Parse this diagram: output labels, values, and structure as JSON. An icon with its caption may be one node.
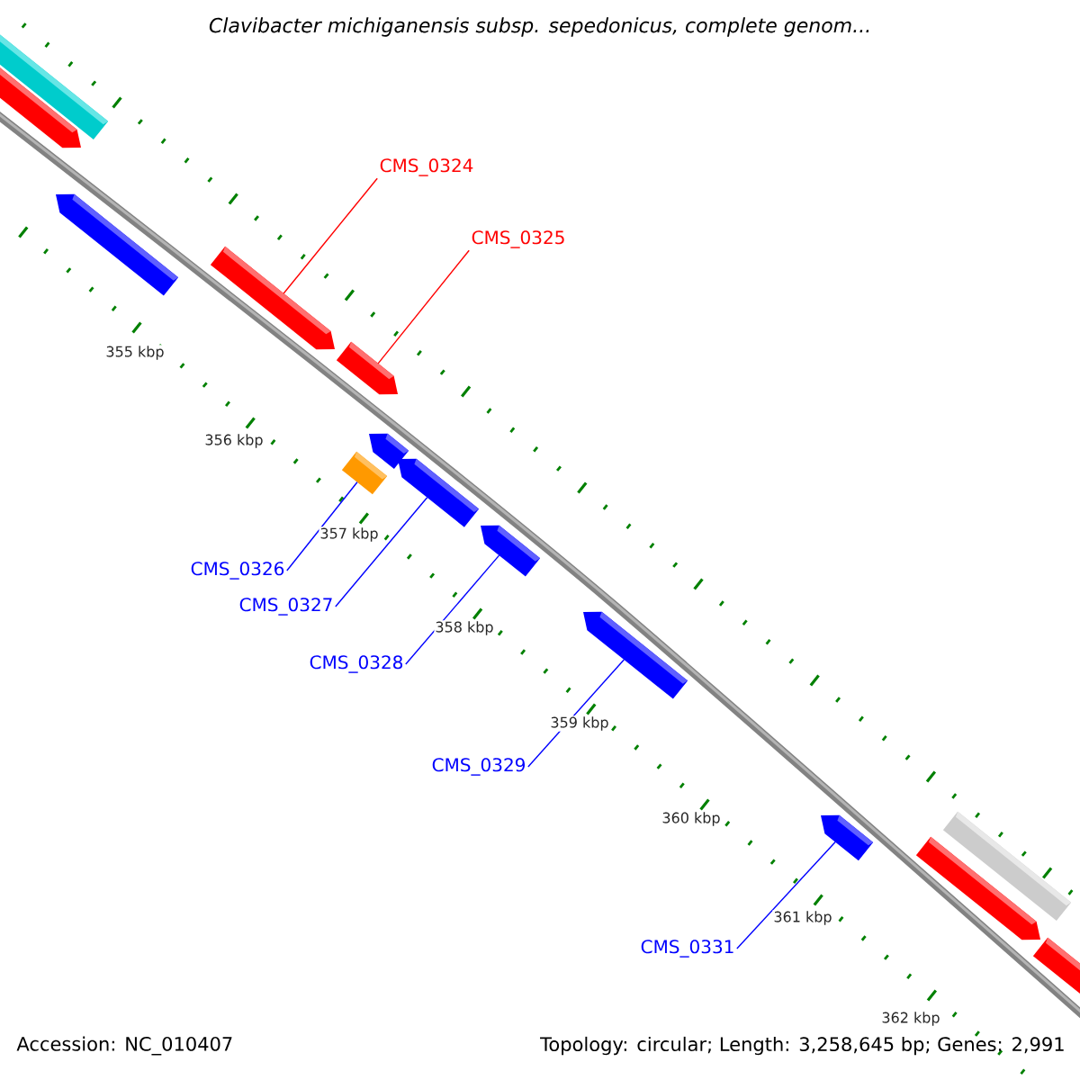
{
  "diagram": {
    "title": "Clavibacter michiganensis subsp. sepedonicus, complete genom...",
    "nodes": [
      {
        "text": [
          "CMS_0324"
        ]
      },
      {
        "text": [
          "CMS_0325"
        ]
      },
      {
        "text": [
          "CMS_0326"
        ]
      },
      {
        "text": [
          "CMS_0327"
        ]
      },
      {
        "text": [
          "CMS_0328"
        ]
      },
      {
        "text": [
          "CMS_0329"
        ]
      },
      {
        "text": [
          "CMS_0331"
        ]
      },
      {
        "text": [],
        "shape": "bar"
      },
      {
        "text": [],
        "shape": "bar"
      },
      {
        "text": [],
        "shape": "bar"
      },
      {
        "text": [],
        "shape": "bar"
      },
      {
        "text": [],
        "shape": "bar"
      },
      {
        "text": [],
        "shape": "bar"
      },
      {
        "text": [],
        "shape": "bar"
      },
      {
        "text": [],
        "shape": "bar"
      },
      {
        "text": [],
        "shape": "bar"
      },
      {
        "text": [],
        "shape": "bar"
      },
      {
        "text": [],
        "shape": "bar"
      },
      {
        "text": [],
        "shape": "bar"
      },
      {
        "text": [],
        "shape": "bar"
      },
      {
        "text": [],
        "shape": "bar"
      }
    ],
    "edges": [
      {
        "from": 0,
        "to": 10,
        "arrow": "none",
        "color": "#ff0000"
      },
      {
        "from": 1,
        "to": 11,
        "arrow": "none",
        "color": "#ff0000"
      },
      {
        "from": 2,
        "to": 12,
        "arrow": "none"
      },
      {
        "from": 3,
        "to": 14,
        "arrow": "none"
      },
      {
        "from": 4,
        "to": 15,
        "arrow": "none"
      },
      {
        "from": 5,
        "to": 16,
        "arrow": "none"
      },
      {
        "from": 6,
        "to": 17,
        "arrow": "none"
      }
    ],
    "labels": [
      "355 kbp",
      "356 kbp",
      "357 kbp",
      "358 kbp",
      "359 kbp",
      "360 kbp",
      "361 kbp",
      "362 kbp",
      "Accession: NC_010407",
      "Topology: circular; Length: 3,258,645 bp; Genes: 2,991"
    ]
  }
}
